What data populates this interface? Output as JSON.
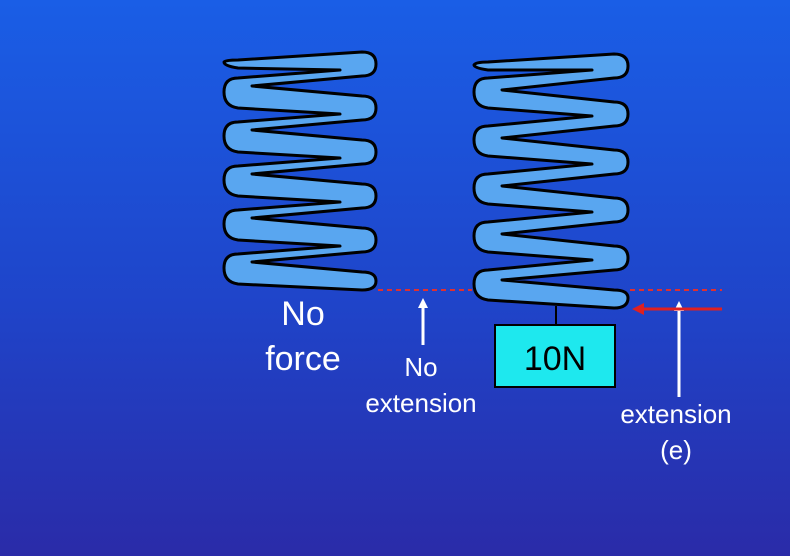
{
  "colors": {
    "background_top": "#1a5ee6",
    "background_bottom": "#2a2ba8",
    "spring_fill": "#59a6f0",
    "spring_stroke": "#000000",
    "weight_fill": "#1ee8ee",
    "reference_line": "#e03030",
    "arrow_white": "#ffffff",
    "arrow_red": "#e02020",
    "label_text": "#ffffff"
  },
  "left_spring": {
    "label_line1": "No",
    "label_line2": "force"
  },
  "no_extension": {
    "label_line1": "No",
    "label_line2": "extension"
  },
  "weight": {
    "label": "10N"
  },
  "extension": {
    "label_line1": "extension",
    "label_line2": "(e)"
  },
  "icons": [
    "spring-icon",
    "arrow-up-icon",
    "arrow-left-icon"
  ]
}
